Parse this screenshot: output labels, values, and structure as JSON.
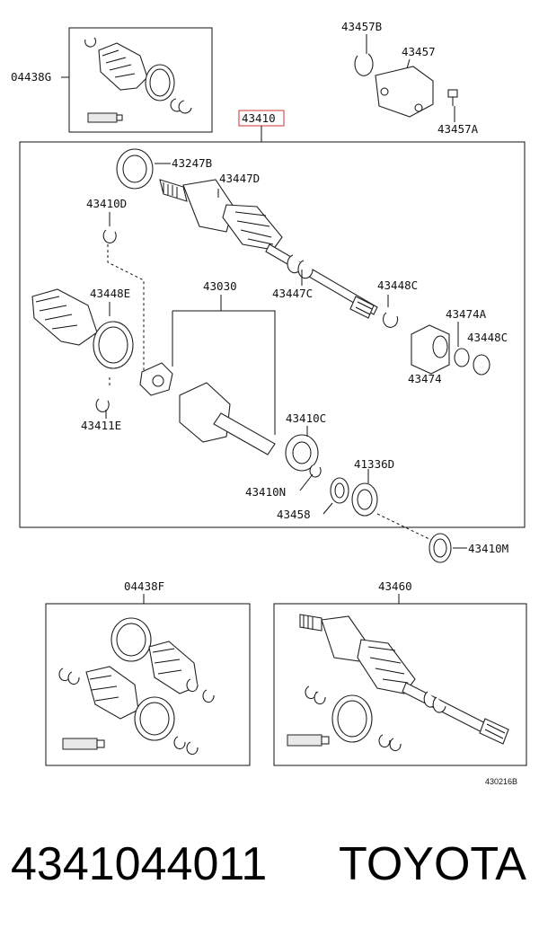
{
  "labels": {
    "kit_boot_outboard": "04438G",
    "bracket_snap_ring": "43457B",
    "bracket": "43457",
    "bracket_bolt": "43457A",
    "main_assembly": "43410",
    "dust_seal": "43247B",
    "outboard_joint": "43447D",
    "inner_snap_ring": "43410D",
    "outboard_clamp": "43447C",
    "inboard_boot": "43448E",
    "tripod_joint": "43030",
    "clamp_right": "43448C",
    "damper_clamp": "43474A",
    "damper_clamp_2": "43448C",
    "damper": "43474",
    "tripod_snap_ring": "43411E",
    "inboard_cap": "43410C",
    "bearing": "41336D",
    "cap_ring": "43410N",
    "bearing_ring": "43458",
    "seal_m": "43410M",
    "kit_boot_inboard": "04438F",
    "outboard_shaft": "43460",
    "diagram_code": "430216B"
  },
  "footer": {
    "part_number": "4341044011",
    "brand": "TOYOTA"
  },
  "colors": {
    "highlight_box": "#d9534f",
    "line": "#111111"
  }
}
